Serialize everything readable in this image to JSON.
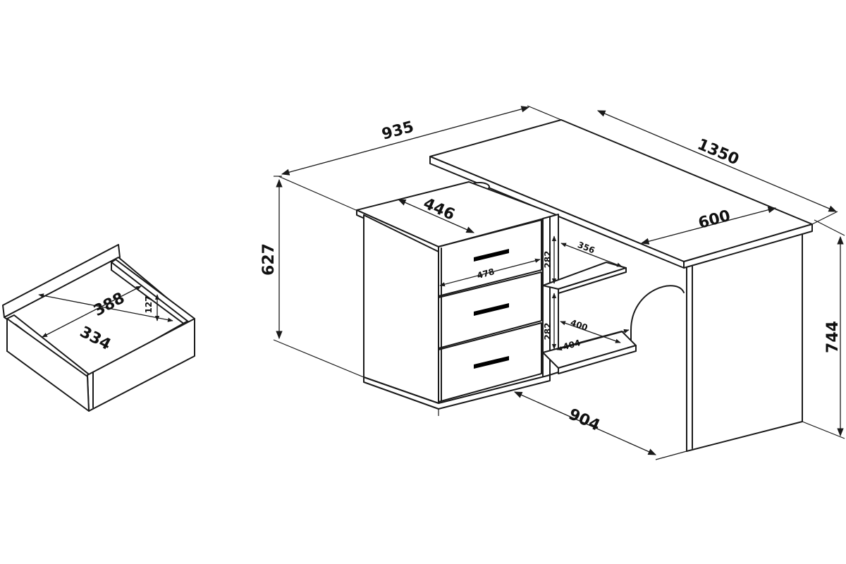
{
  "dimensions": {
    "overall_depth": "935",
    "overall_width": "1350",
    "top_depth": "600",
    "cabinet_top": "446",
    "cabinet_height": "627",
    "desk_height": "744",
    "drawer_front": "478",
    "shelf_height_upper": "282",
    "shelf_height_lower": "282",
    "shelf_depth_upper": "356",
    "shelf_depth_lower": "400",
    "shelf_width_lower": "404",
    "base_length": "904",
    "drawer_depth": "388",
    "drawer_width": "334",
    "drawer_height": "127"
  }
}
